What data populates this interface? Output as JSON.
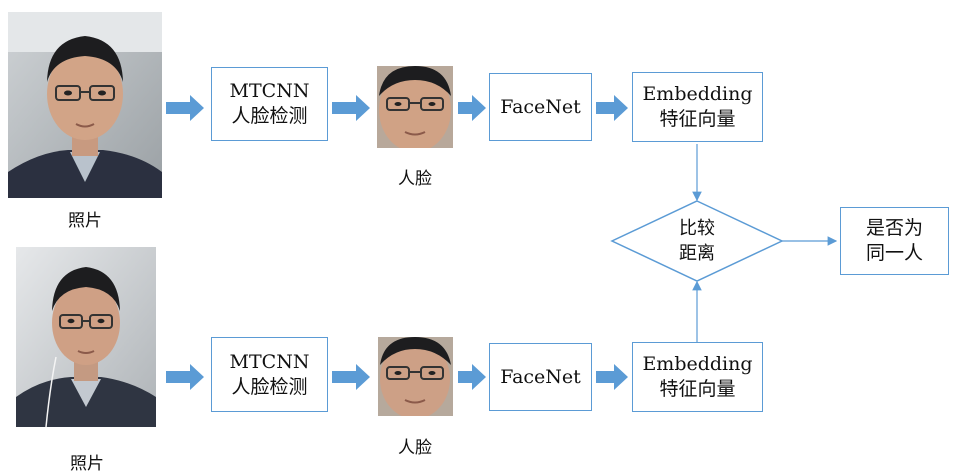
{
  "row1": {
    "photo_caption": "照片",
    "mtcnn_line1": "MTCNN",
    "mtcnn_line2": "人脸检测",
    "face_caption": "人脸",
    "facenet": "FaceNet",
    "embed_line1": "Embedding",
    "embed_line2": "特征向量"
  },
  "row2": {
    "photo_caption": "照片",
    "mtcnn_line1": "MTCNN",
    "mtcnn_line2": "人脸检测",
    "face_caption": "人脸",
    "facenet": "FaceNet",
    "embed_line1": "Embedding",
    "embed_line2": "特征向量"
  },
  "compare": {
    "line1": "比较",
    "line2": "距离"
  },
  "result": {
    "line1": "是否为",
    "line2": "同一人"
  },
  "colors": {
    "arrow_fill": "#5b9bd5",
    "box_border": "#5b9bd5",
    "thin_line": "#5b9bd5"
  }
}
